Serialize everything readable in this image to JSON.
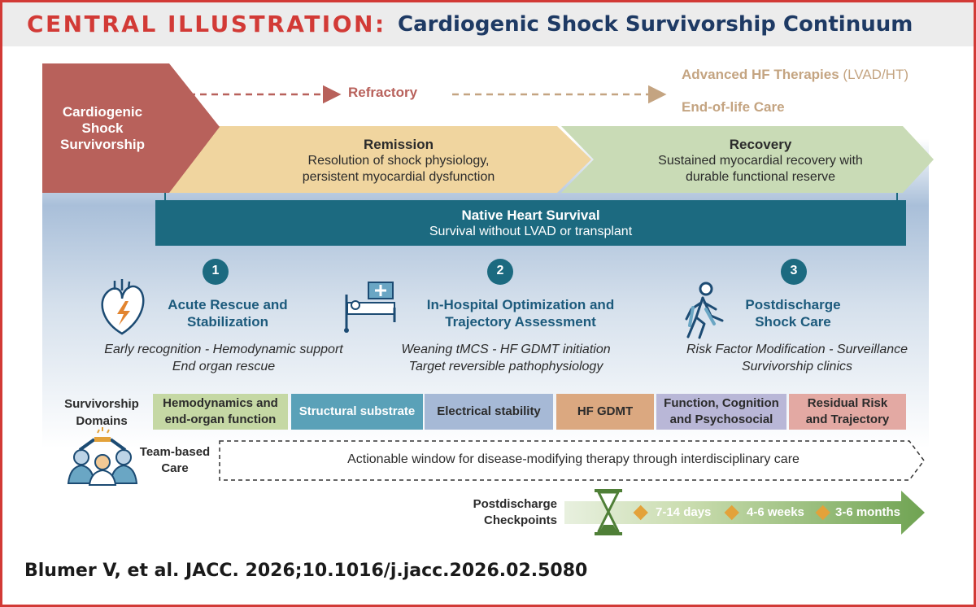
{
  "header": {
    "label": "CENTRAL ILLUSTRATION:",
    "title": "Cardiogenic Shock Survivorship Continuum"
  },
  "continuum": {
    "start": "Cardiogenic\nShock\nSurvivorship",
    "refractory": "Refractory",
    "advanced_main": "Advanced HF Therapies",
    "advanced_paren": "(LVAD/HT)",
    "end_of_life": "End-of-life Care",
    "remission_title": "Remission",
    "remission_desc": "Resolution of shock physiology,\npersistent myocardial dysfunction",
    "recovery_title": "Recovery",
    "recovery_desc": "Sustained myocardial recovery with\ndurable functional reserve"
  },
  "native": {
    "title": "Native Heart Survival",
    "subtitle": "Survival without LVAD or transplant"
  },
  "phases": [
    {
      "number": "1",
      "title": "Acute Rescue and\nStabilization",
      "line1": "Early recognition - Hemodynamic support",
      "line2": "End organ rescue",
      "icon": "heart-lightning-icon"
    },
    {
      "number": "2",
      "title": "In-Hospital Optimization and\nTrajectory Assessment",
      "line1": "Weaning tMCS - HF GDMT initiation",
      "line2": "Target reversible pathophysiology",
      "icon": "hospital-bed-icon"
    },
    {
      "number": "3",
      "title": "Postdischarge\nShock Care",
      "line1": "Risk Factor Modification - Surveillance",
      "line2": "Survivorship clinics",
      "icon": "walking-person-icon"
    }
  ],
  "domains": {
    "label": "Survivorship\nDomains",
    "items": [
      {
        "label": "Hemodynamics and\nend-organ function",
        "color": "#c5d8a4",
        "text_color": "#2b2b2b"
      },
      {
        "label": "Structural substrate",
        "color": "#5aa1b8",
        "text_color": "#ffffff"
      },
      {
        "label": "Electrical stability",
        "color": "#a6b9d6",
        "text_color": "#2b2b2b"
      },
      {
        "label": "HF GDMT",
        "color": "#dba880",
        "text_color": "#2b2b2b"
      },
      {
        "label": "Function, Cognition\nand Psychosocial",
        "color": "#b9b7d7",
        "text_color": "#2b2b2b"
      },
      {
        "label": "Residual Risk\nand Trajectory",
        "color": "#e3a9a3",
        "text_color": "#2b2b2b"
      }
    ]
  },
  "team": {
    "label": "Team-based\nCare",
    "window": "Actionable window for disease-modifying therapy through interdisciplinary care"
  },
  "checkpoints": {
    "label": "Postdischarge\nCheckpoints",
    "items": [
      "7-14 days",
      "4-6 weeks",
      "3-6 months"
    ]
  },
  "citation": "Blumer V, et al. JACC. 2026;10.1016/j.jacc.2026.02.5080",
  "colors": {
    "red": "#d23a36",
    "navy": "#1e3a64",
    "brick": "#b8615b",
    "remission": "#f0d59f",
    "recovery": "#c9dbb6",
    "teal": "#1c6a80",
    "tan": "#c4a481",
    "green": "#8fb56f",
    "diamond": "#e3a23a",
    "sky": "#9fb8d6"
  }
}
